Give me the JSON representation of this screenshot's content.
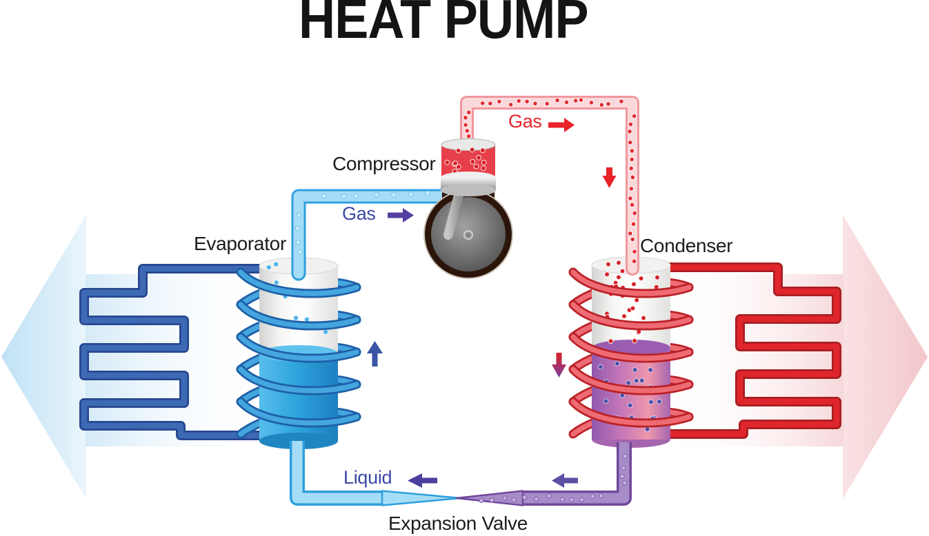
{
  "title": "HEAT PUMP",
  "components": {
    "compressor": {
      "label": "Compressor"
    },
    "evaporator": {
      "label": "Evaporator"
    },
    "condenser": {
      "label": "Condenser"
    },
    "expansion_valve": {
      "label": "Expansion Valve"
    }
  },
  "flows": {
    "gas_hot": {
      "label": "Gas",
      "direction": "right"
    },
    "gas_cold": {
      "label": "Gas",
      "direction": "right"
    },
    "liquid": {
      "label": "Liquid",
      "direction": "left"
    }
  },
  "colors": {
    "hot_red": "#E8232A",
    "cold_blue_pipe": "#2E9FDE",
    "cold_text_blue": "#3948A5",
    "indigo_arrow": "#5540A0",
    "purple_pipe": "#70489C",
    "serpentine_cold": "#3E6AB5",
    "serpentine_hot": "#E0262C",
    "ambient_cold": "#BFE1F5",
    "ambient_hot": "#F2C6CA",
    "evaporator_liquid": "#2FA5DE",
    "condenser_liquid": "#C678B8"
  }
}
